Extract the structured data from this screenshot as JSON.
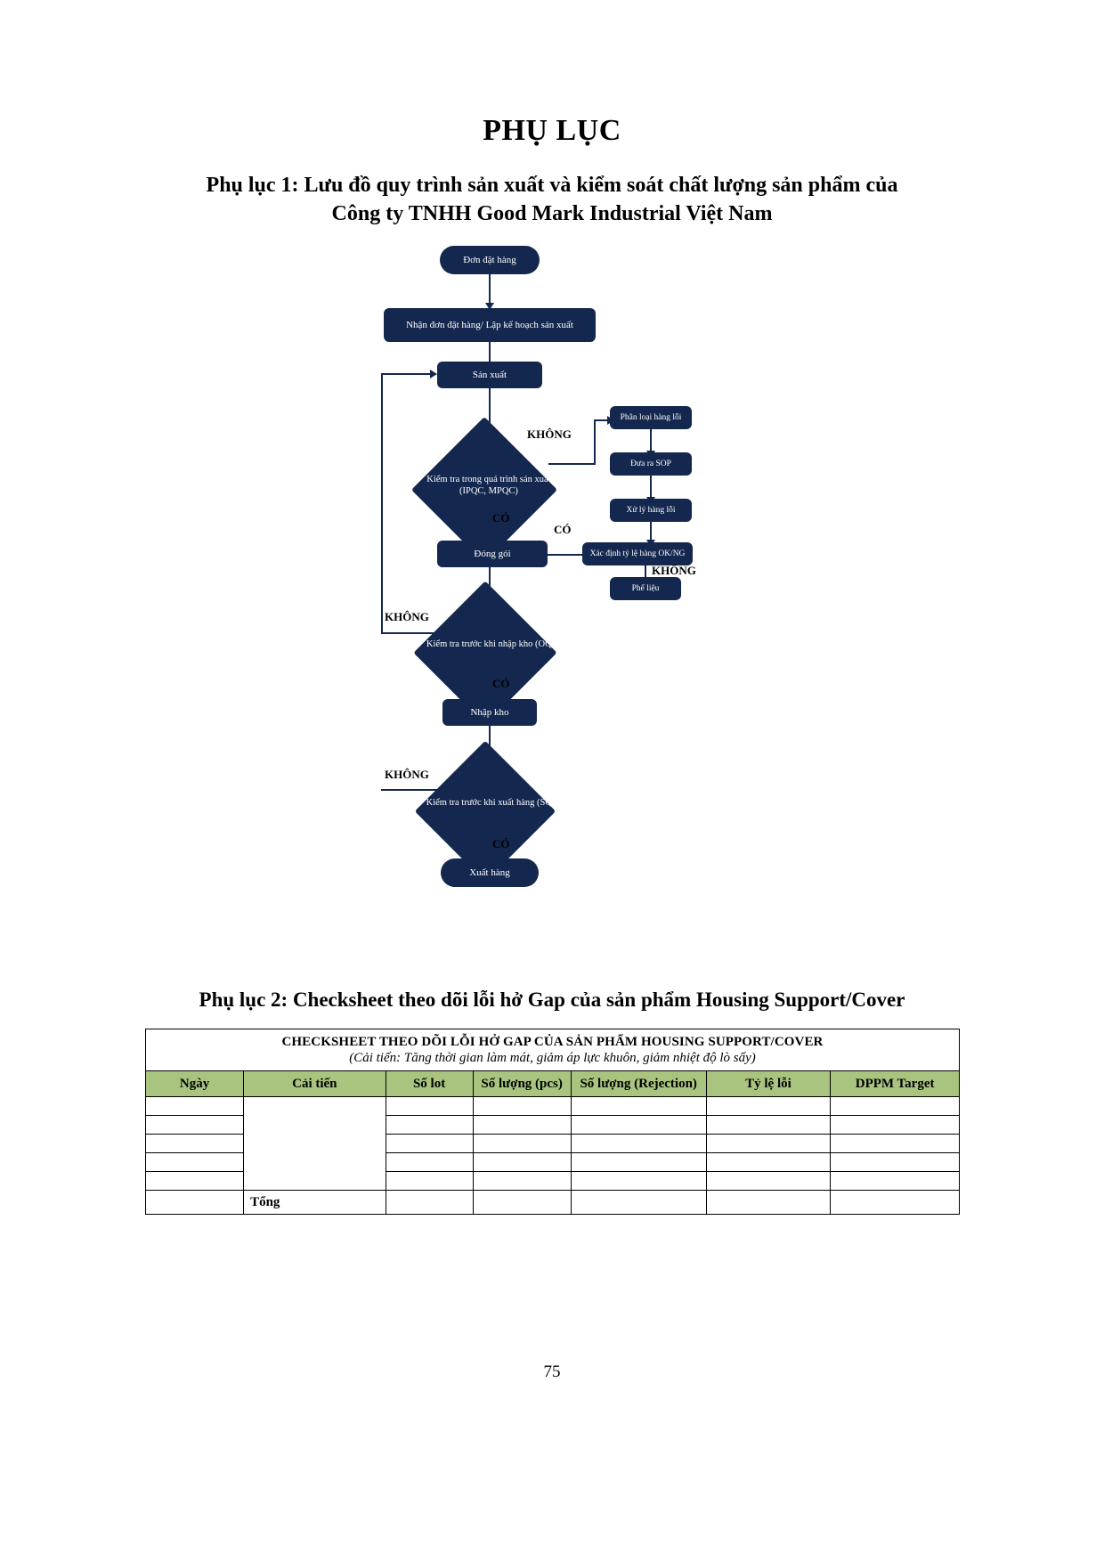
{
  "document": {
    "title": "PHỤ LỤC",
    "appendix1_heading_line1": "Phụ lục 1: Lưu đồ quy trình sản xuất và kiểm soát chất lượng sản phẩm của",
    "appendix1_heading_line2": "Công ty TNHH Good Mark Industrial Việt Nam",
    "appendix2_heading": "Phụ lục 2: Checksheet theo dõi lỗi hở Gap của sản phẩm Housing Support/Cover",
    "page_number": "75"
  },
  "flowchart": {
    "nodes": {
      "order": "Đơn đặt hàng",
      "receive_plan": "Nhận đơn đặt hàng/ Lập kế hoạch sản xuất",
      "production": "Sản xuất",
      "ipqc_check": "Kiểm tra trong quá trình sản xuất (IPQC, MPQC)",
      "classify_defect": "Phân loại hàng lỗi",
      "issue_sop": "Đưa ra SOP",
      "handle_defect": "Xử lý hàng lỗi",
      "determine_rate": "Xác định tỷ lệ hàng OK/NG",
      "scrap": "Phế liệu",
      "packing": "Đóng gói",
      "oqc_check": "Kiểm tra trước khi nhập kho (OQC)",
      "warehouse_in": "Nhập kho",
      "sqc_check": "Kiểm tra trước khi xuất hàng (SQC)",
      "shipment": "Xuất hàng"
    },
    "labels": {
      "no_ipqc": "KHÔNG",
      "yes_ipqc": "CÓ",
      "yes_rate": "CÓ",
      "no_rate": "KHÔNG",
      "no_oqc": "KHÔNG",
      "yes_oqc": "CÓ",
      "no_sqc": "KHÔNG",
      "yes_sqc": "CÓ"
    },
    "colors": {
      "node_fill": "#14284f",
      "node_text": "#ffffff"
    }
  },
  "checksheet": {
    "title": "CHECKSHEET THEO DÕI LỖI HỞ GAP CỦA SẢN PHẨM HOUSING SUPPORT/COVER",
    "subtitle": "(Cải tiến: Tăng thời gian làm mát, giảm áp lực khuôn, giảm nhiệt độ lò sấy)",
    "header_color": "#a9c47f",
    "columns": [
      "Ngày",
      "Cải tiến",
      "Số lot",
      "Số lượng (pcs)",
      "Số lượng (Rejection)",
      "Tỷ lệ lỗi",
      "DPPM Target"
    ],
    "rows": [
      [
        "",
        "",
        "",
        "",
        "",
        "",
        ""
      ],
      [
        "",
        "",
        "",
        "",
        "",
        "",
        ""
      ],
      [
        "",
        "",
        "",
        "",
        "",
        "",
        ""
      ],
      [
        "",
        "",
        "",
        "",
        "",
        "",
        ""
      ],
      [
        "",
        "",
        "",
        "",
        "",
        "",
        ""
      ]
    ],
    "total_label": "Tổng"
  }
}
